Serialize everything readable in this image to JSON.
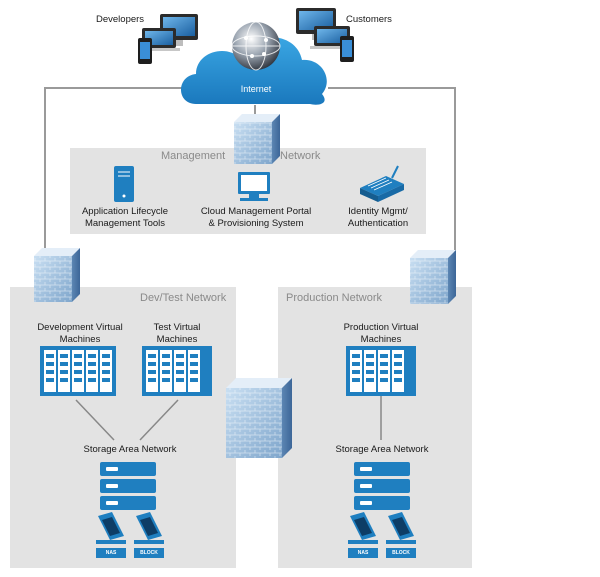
{
  "top": {
    "developers_label": "Developers",
    "customers_label": "Customers",
    "internet_label": "Internet"
  },
  "management": {
    "title_left": "Management",
    "title_right": "Network",
    "alm_line1": "Application Lifecycle",
    "alm_line2": "Management Tools",
    "portal_line1": "Cloud Management Portal",
    "portal_line2": "& Provisioning System",
    "identity_line1": "Identity Mgmt/",
    "identity_line2": "Authentication"
  },
  "devtest": {
    "title": "Dev/Test Network",
    "dev_vm_line1": "Development Virtual",
    "dev_vm_line2": "Machines",
    "test_vm_line1": "Test Virtual",
    "test_vm_line2": "Machines",
    "san_label": "Storage Area Network",
    "nas_label": "NAS",
    "block_label": "BLOCK"
  },
  "production": {
    "title": "Production Network",
    "vm_line1": "Production Virtual",
    "vm_line2": "Machines",
    "san_label": "Storage Area Network",
    "nas_label": "NAS",
    "block_label": "BLOCK"
  },
  "colors": {
    "panel": "#e3e3e3",
    "connector": "#9a9a9a",
    "blue": "#1f7fc0",
    "cloud": "#1f8fd0"
  }
}
